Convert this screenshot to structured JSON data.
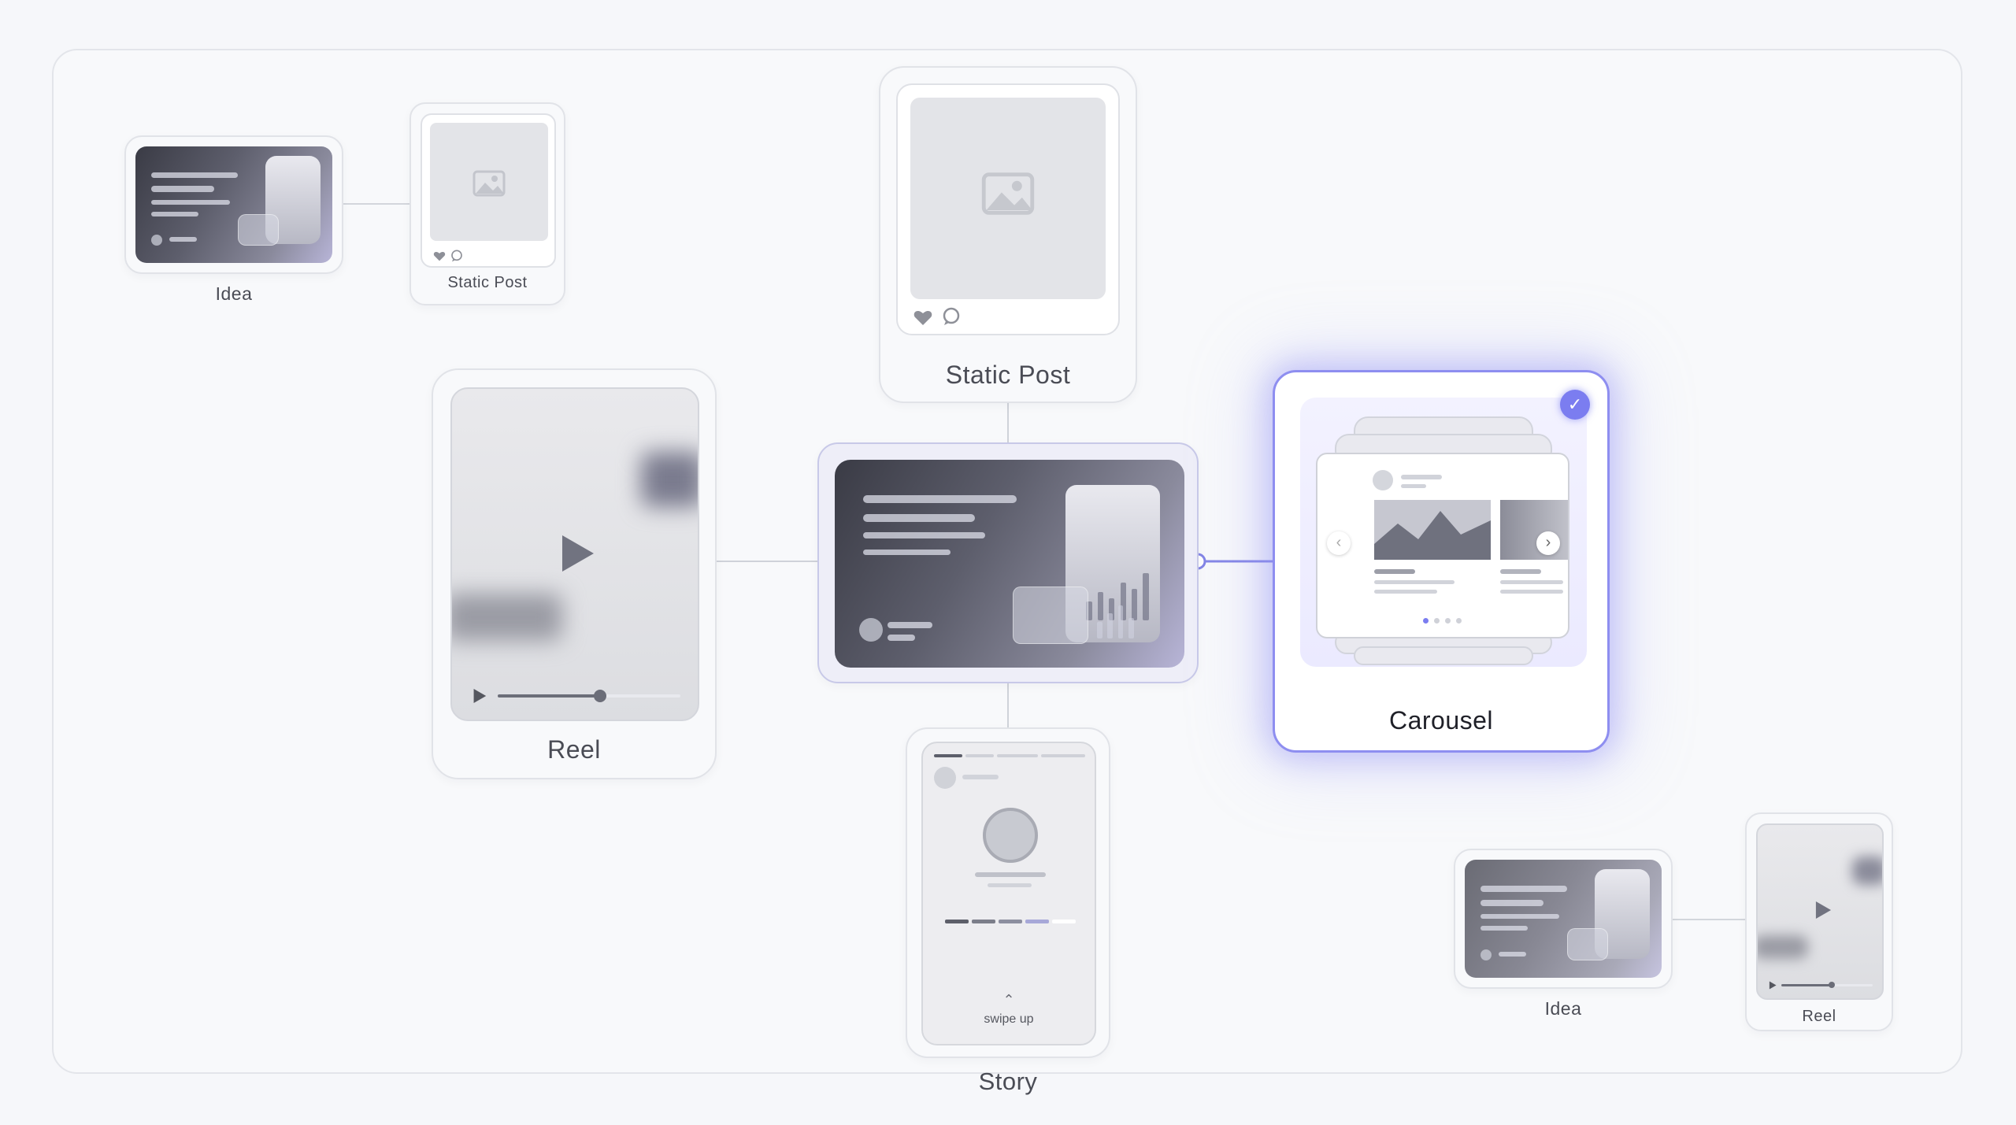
{
  "nodes": {
    "idea_small": "Idea",
    "static_post_small": "Static Post",
    "static_post": "Static Post",
    "reel": "Reel",
    "carousel": "Carousel",
    "story": "Story",
    "story_hint": "swipe up",
    "idea_bottom": "Idea",
    "reel_bottom": "Reel"
  },
  "selected_node": "Carousel",
  "colors": {
    "background": "#f6f7fa",
    "frame_border": "#e3e5ea",
    "accent": "#8e8ef0",
    "connector": "#cfd2d9",
    "connector_selected": "#8486e6"
  },
  "icons": [
    "image-icon",
    "heart-icon",
    "comment-icon",
    "play-icon",
    "check-icon",
    "chevron-left-icon",
    "chevron-right-icon",
    "chevron-up-icon"
  ],
  "reel_progress": 0.55,
  "carousel_page": {
    "current": 1,
    "total": 4
  }
}
